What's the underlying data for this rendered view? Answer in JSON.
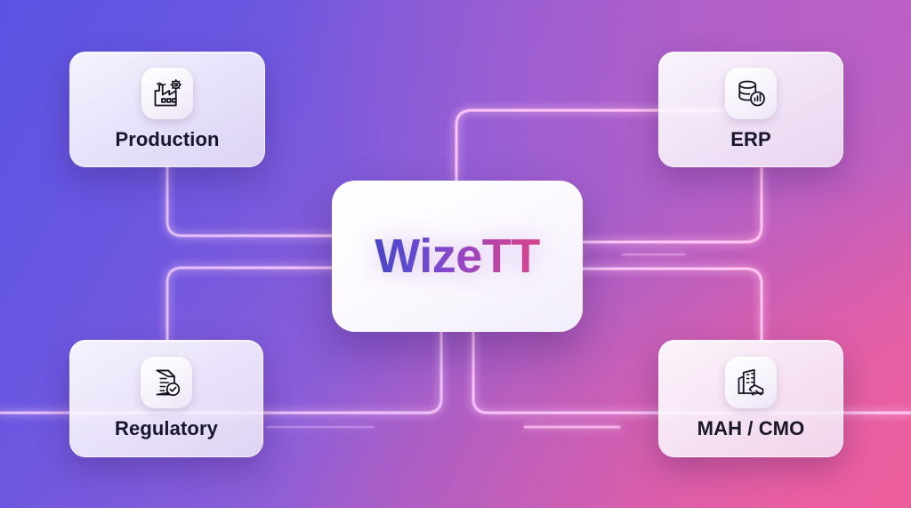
{
  "diagram": {
    "title": "WizeTT",
    "hub": {
      "label": "WizeTT",
      "name": "wizett-hub"
    },
    "background": {
      "gradient_from": "#5a53e2",
      "gradient_mid": "#8f5ed6",
      "gradient_to": "#ec639e"
    },
    "accents": {
      "logo_gradient_start": "#4a45c4",
      "logo_gradient_end": "#d9468f",
      "connector_light": "#d9a8f5",
      "connector_pink": "#f49ada",
      "card_text": "#17162b"
    },
    "nodes": [
      {
        "id": "production",
        "label": "Production",
        "icon": "factory-gear-icon",
        "position": "top-left"
      },
      {
        "id": "erp",
        "label": "ERP",
        "icon": "database-chart-icon",
        "position": "top-right"
      },
      {
        "id": "regulatory",
        "label": "Regulatory",
        "icon": "document-check-icon",
        "position": "bottom-left"
      },
      {
        "id": "mah-cmo",
        "label": "MAH / CMO",
        "icon": "building-handshake-icon",
        "position": "bottom-right"
      }
    ],
    "connections": [
      {
        "from": "production",
        "to": "wizett-hub"
      },
      {
        "from": "erp",
        "to": "wizett-hub"
      },
      {
        "from": "regulatory",
        "to": "wizett-hub"
      },
      {
        "from": "mah-cmo",
        "to": "wizett-hub"
      }
    ]
  }
}
